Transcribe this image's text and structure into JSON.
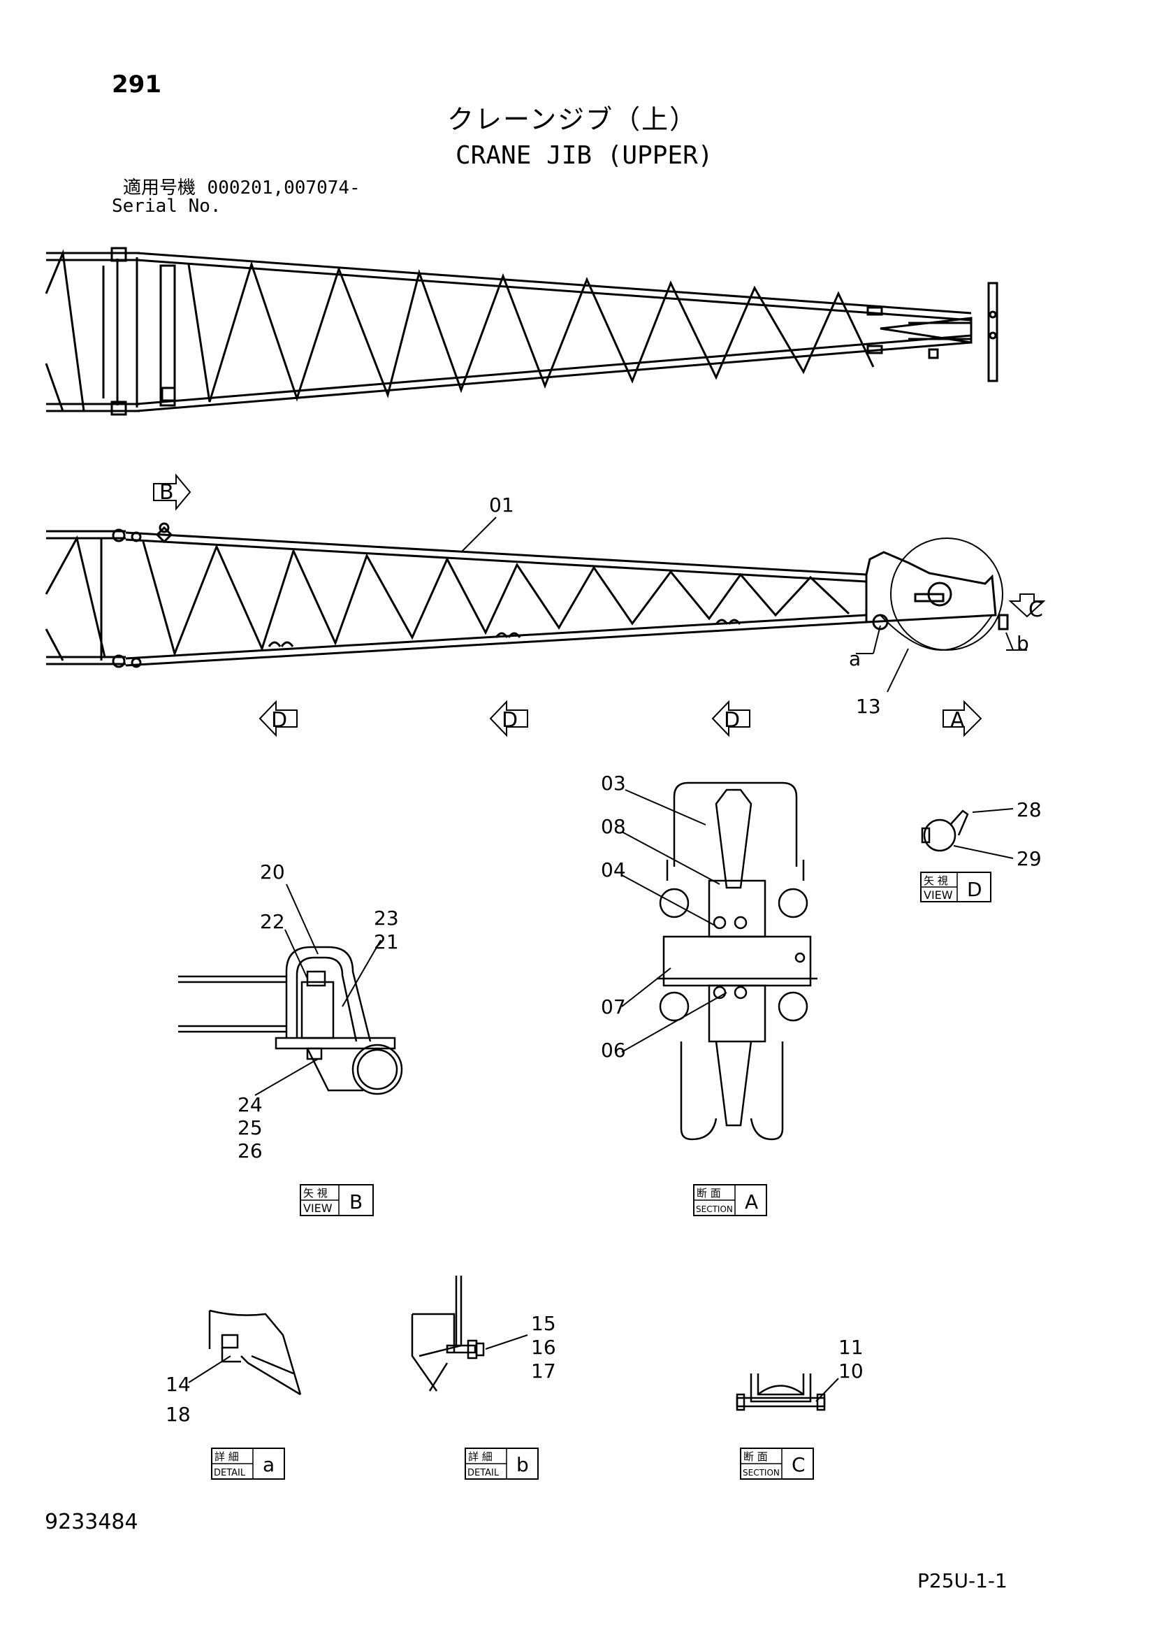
{
  "header": {
    "page_number": "291",
    "title_jp": "クレーンジブ（上）",
    "title_en": "CRANE JIB (UPPER)",
    "serial_label_jp": "適用号機",
    "serial_value": "000201,007074-",
    "serial_label_en": "Serial No."
  },
  "callouts": {
    "c01": "01",
    "c13": "13",
    "c03": "03",
    "c08": "08",
    "c04": "04",
    "c07": "07",
    "c06": "06",
    "c28": "28",
    "c29": "29",
    "c20": "20",
    "c22": "22",
    "c23": "23",
    "c21": "21",
    "c24": "24",
    "c25": "25",
    "c26": "26",
    "c14": "14",
    "c18": "18",
    "c15": "15",
    "c16": "16",
    "c17": "17",
    "c11": "11",
    "c10": "10",
    "a": "a",
    "b": "b"
  },
  "view_arrows": {
    "B": "B",
    "C": "C",
    "D": "D",
    "A": "A"
  },
  "labels": {
    "view_d": {
      "jp": "矢 視",
      "en": "VIEW",
      "letter": "D"
    },
    "view_b": {
      "jp": "矢 視",
      "en": "VIEW",
      "letter": "B"
    },
    "section_a": {
      "jp": "断 面",
      "en": "SECTION",
      "letter": "A"
    },
    "detail_a": {
      "jp": "詳 細",
      "en": "DETAIL",
      "letter": "a"
    },
    "detail_b": {
      "jp": "詳 細",
      "en": "DETAIL",
      "letter": "b"
    },
    "section_c": {
      "jp": "断 面",
      "en": "SECTION",
      "letter": "C"
    }
  },
  "footer": {
    "doc_number": "9233484",
    "sheet_ref": "P25U-1-1"
  }
}
